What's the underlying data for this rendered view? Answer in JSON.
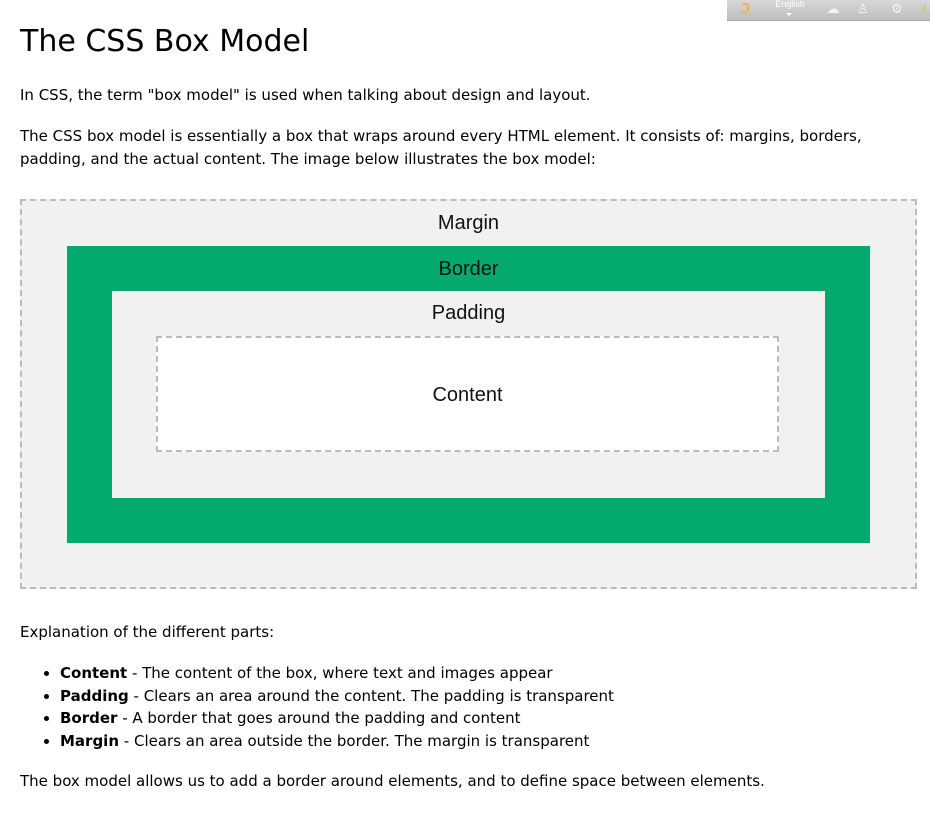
{
  "toolbar": {
    "language": "English",
    "icons": [
      "logo-icon",
      "cloud-icon",
      "lightbulb-icon",
      "gear-icon",
      "brush-icon"
    ]
  },
  "heading": "The CSS Box Model",
  "intro": "In CSS, the term \"box model\" is used when talking about design and layout.",
  "description": "The CSS box model is essentially a box that wraps around every HTML element. It consists of: margins, borders, padding, and the actual content. The image below illustrates the box model:",
  "diagram": {
    "margin_label": "Margin",
    "border_label": "Border",
    "padding_label": "Padding",
    "content_label": "Content",
    "colors": {
      "margin": "#f1f1f1",
      "border": "#04aa6d",
      "padding": "#f1f1f1",
      "content": "#ffffff",
      "dash": "#bbbbbb"
    }
  },
  "explanation_intro": "Explanation of the different parts:",
  "parts": [
    {
      "term": "Content",
      "desc": " - The content of the box, where text and images appear"
    },
    {
      "term": "Padding",
      "desc": " - Clears an area around the content. The padding is transparent"
    },
    {
      "term": "Border",
      "desc": " - A border that goes around the padding and content"
    },
    {
      "term": "Margin",
      "desc": " - Clears an area outside the border. The margin is transparent"
    }
  ],
  "conclusion": "The box model allows us to add a border around elements, and to define space between elements."
}
